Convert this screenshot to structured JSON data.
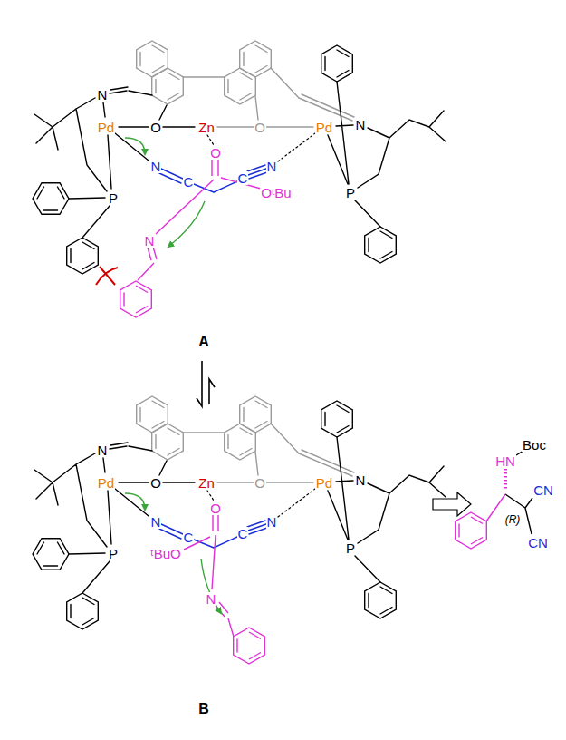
{
  "diagram": {
    "labels": [
      "N",
      "Pd",
      "O",
      "Zn",
      "O",
      "Pd",
      "N",
      "P",
      "P",
      "N",
      "C",
      "O",
      "C",
      "N",
      "OᵗBu",
      "N",
      "A",
      "N",
      "Pd",
      "O",
      "Zn",
      "O",
      "Pd",
      "N",
      "P",
      "P",
      "N",
      "C",
      "O",
      "C",
      "N",
      "ᵗBuO",
      "N",
      "B",
      "HN",
      "Boc",
      "(R)",
      "CN",
      "CN"
    ]
  }
}
